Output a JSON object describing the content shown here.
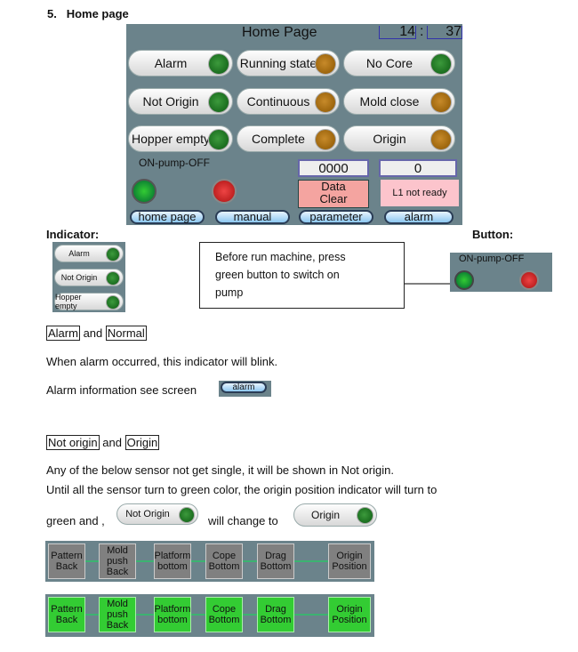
{
  "section": {
    "number": "5.",
    "title": "Home page"
  },
  "hmi": {
    "title": "Home Page",
    "hour": "14",
    "sep": ":",
    "minute": "37",
    "indicators": [
      {
        "label": "Alarm",
        "color": "green"
      },
      {
        "label": "Running state",
        "color": "orange"
      },
      {
        "label": "No Core",
        "color": "green"
      },
      {
        "label": "Not Origin",
        "color": "green"
      },
      {
        "label": "Continuous",
        "color": "orange"
      },
      {
        "label": "Mold close",
        "color": "orange"
      },
      {
        "label": "Hopper empty",
        "color": "green"
      },
      {
        "label": "Complete",
        "color": "orange"
      },
      {
        "label": "Origin",
        "color": "orange"
      }
    ],
    "pump_label": "ON-pump-OFF",
    "counter": "0000",
    "value": "0",
    "data_clear": "Data Clear",
    "status": "L1 not ready",
    "nav": [
      "home page",
      "manual",
      "parameter",
      "alarm"
    ]
  },
  "indicator_heading": "Indicator:",
  "button_heading": "Button:",
  "small_indicators": [
    "Alarm",
    "Not Origin",
    "Hopper empty"
  ],
  "callout": "Before run machine, press green button to switch on pump",
  "button_panel_label": "ON-pump-OFF",
  "alarm_line": {
    "a": "Alarm",
    "and": "and",
    "b": "Normal"
  },
  "alarm_text1": "When alarm occurred, this indicator will blink.",
  "alarm_text2": "Alarm information see screen",
  "alarm_btn": "alarm",
  "origin_line": {
    "a": "Not origin",
    "and": "and",
    "b": "Origin"
  },
  "origin_text1": "Any of the below sensor not get single, it will be shown in Not origin.",
  "origin_text2": "Until all the sensor turn to green color, the origin position indicator will turn to",
  "origin_text3a": "green and ,",
  "origin_text3b": "will change to",
  "not_origin_pill": "Not Origin",
  "origin_pill": "Origin",
  "sensors": [
    "Pattern Back",
    "Mold push Back",
    "Platform bottom",
    "Cope Bottom",
    "Drag Bottom",
    "Origin Position"
  ],
  "colors": {
    "panel": "#6b838b",
    "green": "#33cc33",
    "grey": "#808080"
  }
}
